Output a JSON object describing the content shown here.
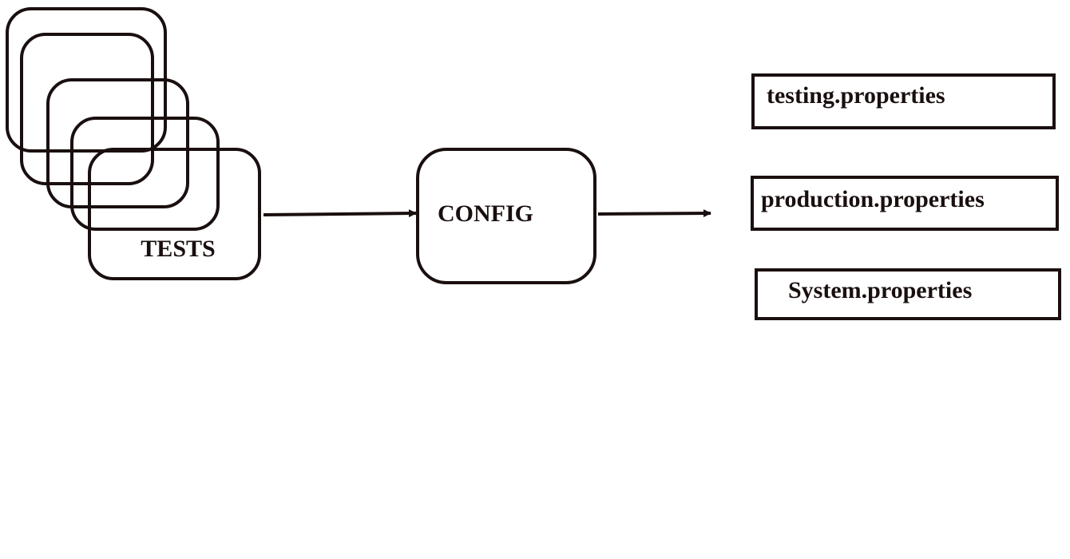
{
  "colors": {
    "stroke": "#1a0f0f",
    "background": "#ffffff"
  },
  "tests": {
    "label": "TESTS"
  },
  "config": {
    "label": "CONFIG"
  },
  "files": [
    {
      "label": "testing.properties"
    },
    {
      "label": "production.properties"
    },
    {
      "label": "System.properties"
    }
  ]
}
